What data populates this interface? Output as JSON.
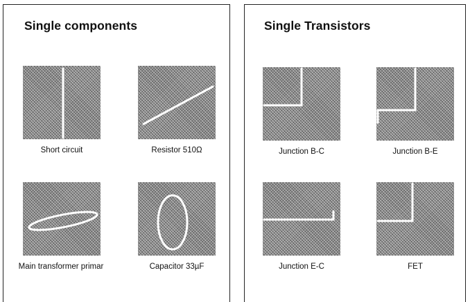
{
  "single_components": {
    "title": "Single components",
    "items": [
      {
        "caption": "Short circuit",
        "trace": "vertical-line"
      },
      {
        "caption": "Resistor 510Ω",
        "trace": "diagonal-line"
      },
      {
        "caption": "Main transformer primar",
        "trace": "tilted-ellipse"
      },
      {
        "caption": "Capacitor 33µF",
        "trace": "upright-ellipse"
      }
    ]
  },
  "single_transistors": {
    "title": "Single Transistors",
    "items": [
      {
        "caption": "Junction B-C",
        "trace": "l-corner-curve"
      },
      {
        "caption": "Junction B-E",
        "trace": "z-step-curve"
      },
      {
        "caption": "Junction E-C",
        "trace": "flat-line-with-spike"
      },
      {
        "caption": "FET",
        "trace": "l-corner-curve"
      }
    ]
  }
}
